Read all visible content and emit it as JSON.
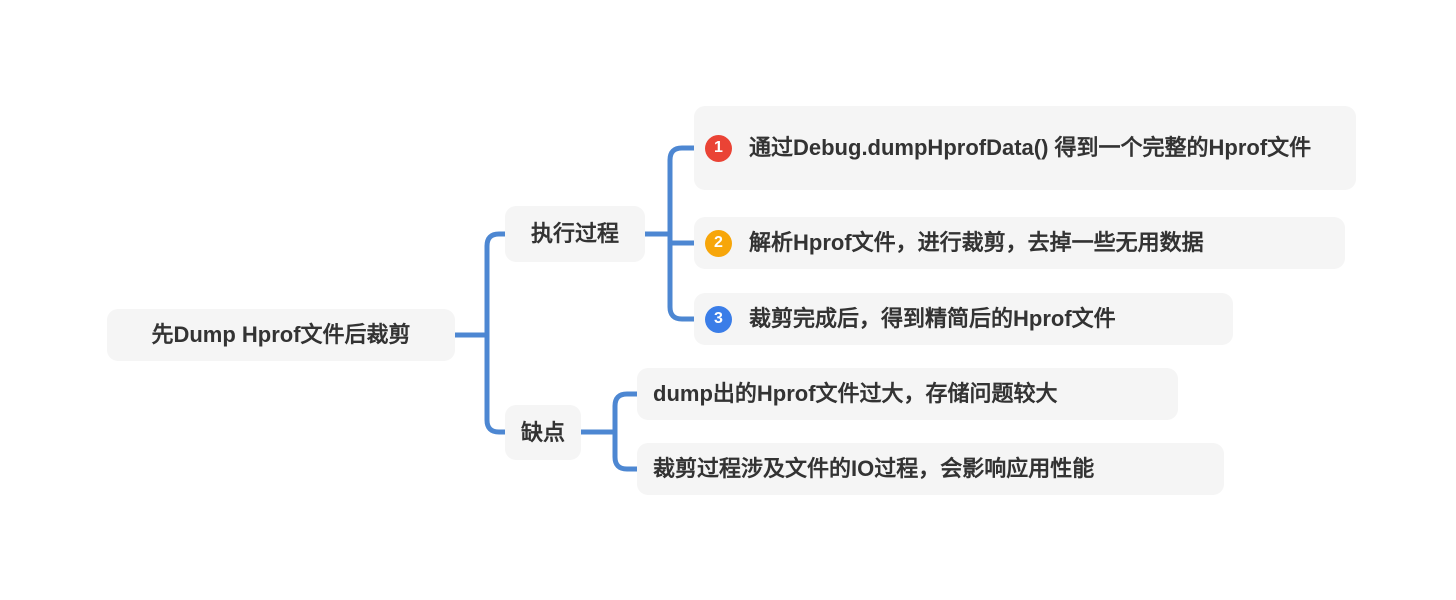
{
  "colors": {
    "canvas_bg": "#ffffff",
    "node_bg": "#f5f5f5",
    "text": "#333333",
    "connector": "#4d87d2",
    "badge1": "#ea4335",
    "badge2": "#f7a60a",
    "badge3": "#3a7de8",
    "badge_text": "#ffffff"
  },
  "mindmap": {
    "root": {
      "label": "先Dump Hprof文件后裁剪"
    },
    "branches": [
      {
        "label": "执行过程",
        "children": [
          {
            "badge": "1",
            "text": "通过Debug.dumpHprofData() 得到一个完整的Hprof文件"
          },
          {
            "badge": "2",
            "text": "解析Hprof文件，进行裁剪，去掉一些无用数据"
          },
          {
            "badge": "3",
            "text": "裁剪完成后，得到精简后的Hprof文件"
          }
        ]
      },
      {
        "label": "缺点",
        "children": [
          {
            "text": "dump出的Hprof文件过大，存储问题较大"
          },
          {
            "text": "裁剪过程涉及文件的IO过程，会影响应用性能"
          }
        ]
      }
    ]
  }
}
